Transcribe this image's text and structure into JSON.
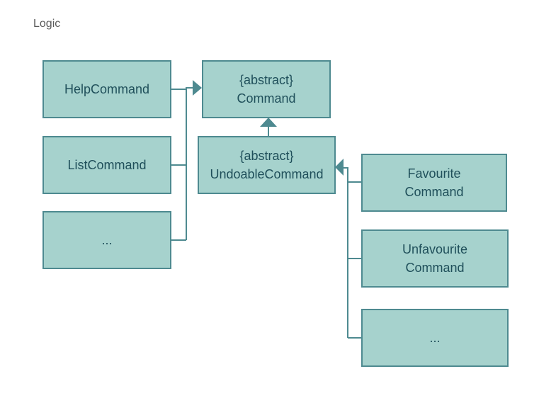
{
  "title": "Logic",
  "colors": {
    "box_fill": "#a6d2cd",
    "box_border": "#4e8a90",
    "connector": "#4e8a90",
    "text": "#1f4f5a"
  },
  "boxes": {
    "help_command": {
      "lines": [
        "HelpCommand"
      ]
    },
    "list_command": {
      "lines": [
        "ListCommand"
      ]
    },
    "ellipsis_left": {
      "lines": [
        "..."
      ]
    },
    "command": {
      "lines": [
        "{abstract}",
        "Command"
      ]
    },
    "undoable_command": {
      "lines": [
        "{abstract}",
        "UndoableCommand"
      ]
    },
    "favourite_command": {
      "lines": [
        "Favourite",
        "Command"
      ]
    },
    "unfavourite_command": {
      "lines": [
        "Unfavourite",
        "Command"
      ]
    },
    "ellipsis_right": {
      "lines": [
        "..."
      ]
    }
  }
}
